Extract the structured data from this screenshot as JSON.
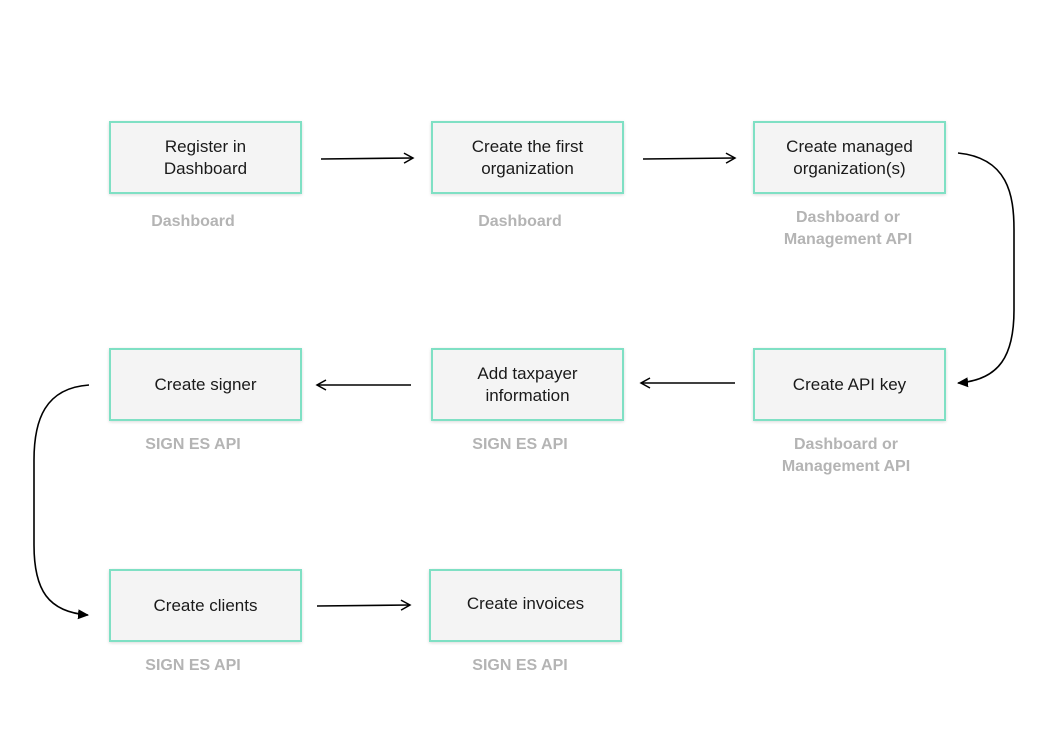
{
  "colors": {
    "box_border": "#7fe0c4",
    "box_fill": "#f4f4f4",
    "tag_text": "#b4b4b4",
    "arrow": "#000000"
  },
  "steps": [
    {
      "lines": [
        "Register in",
        "Dashboard"
      ],
      "tags": [
        "Dashboard"
      ]
    },
    {
      "lines": [
        "Create the first",
        "organization"
      ],
      "tags": [
        "Dashboard"
      ]
    },
    {
      "lines": [
        "Create managed",
        "organization(s)"
      ],
      "tags": [
        "Dashboard or",
        "Management API"
      ]
    },
    {
      "lines": [
        "Create API key"
      ],
      "tags": [
        "Dashboard or",
        "Management API"
      ]
    },
    {
      "lines": [
        "Add taxpayer",
        "information"
      ],
      "tags": [
        "SIGN ES API"
      ]
    },
    {
      "lines": [
        "Create signer"
      ],
      "tags": [
        "SIGN ES API"
      ]
    },
    {
      "lines": [
        "Create clients"
      ],
      "tags": [
        "SIGN ES API"
      ]
    },
    {
      "lines": [
        "Create invoices"
      ],
      "tags": [
        "SIGN ES API"
      ]
    }
  ]
}
